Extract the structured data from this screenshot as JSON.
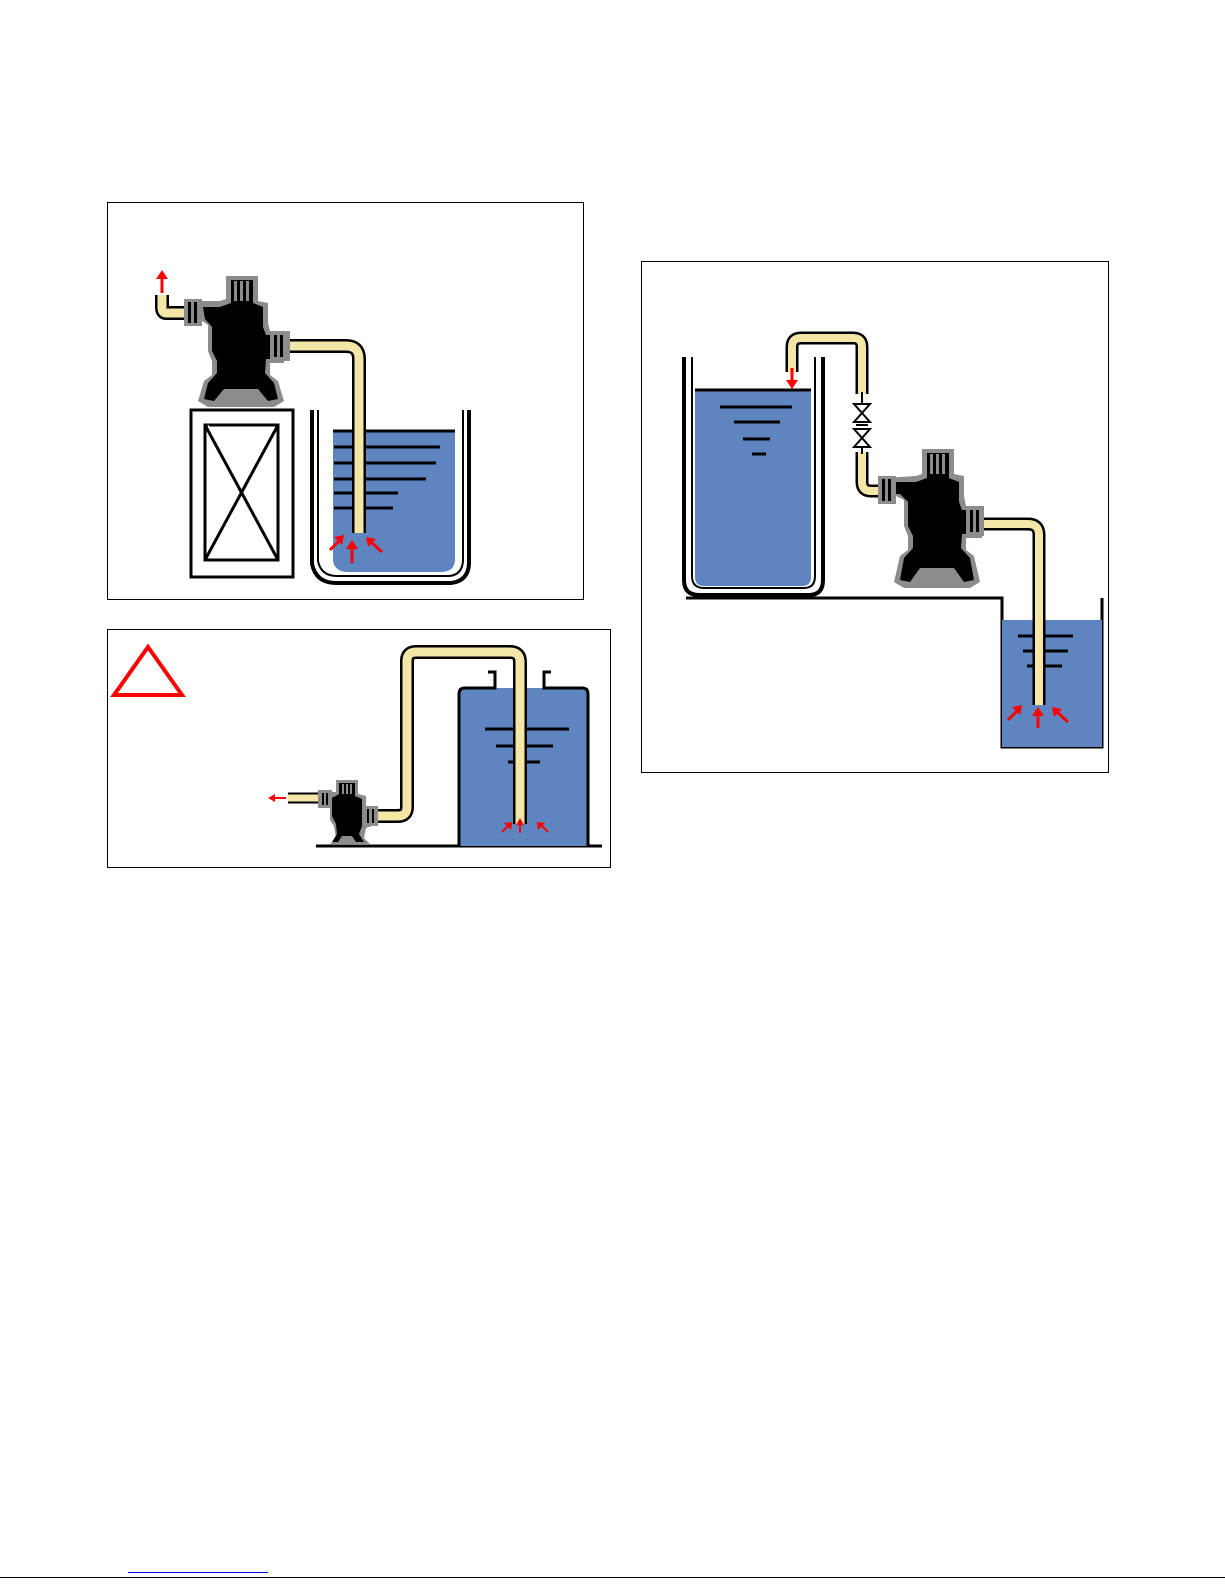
{
  "colors": {
    "liquid": "#5f85c0",
    "pipe": "#f3e6a6",
    "pump_outline": "#8c8c8c",
    "pump_body": "#000000",
    "arrow": "#ff0000",
    "warning": "#ff0000",
    "link_underline": "#0000ee"
  },
  "icons": {
    "warning": "warning-triangle-icon",
    "flow": "flow-arrow-icon",
    "valve": "valve-icon",
    "pump": "diaphragm-pump-icon"
  },
  "figures": [
    {
      "id": "pump-on-crate-suction-lift"
    },
    {
      "id": "pump-below-tank-suction-warning"
    },
    {
      "id": "gravity-fed-pump-transfer"
    }
  ]
}
